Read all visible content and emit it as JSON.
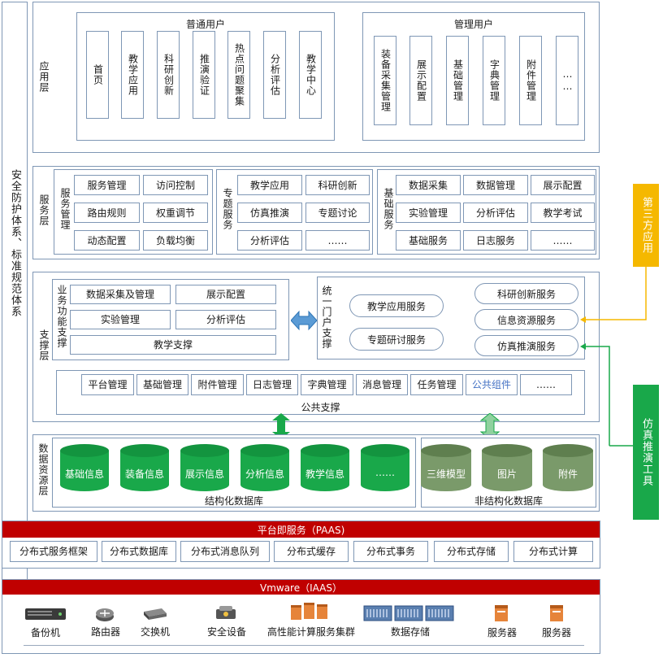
{
  "security_label": "安全防护体系、标准规范体系",
  "app_layer": {
    "label": "应用层",
    "user_group": {
      "title": "普通用户",
      "items": [
        "首页",
        "教学应用",
        "科研创新",
        "推演验证",
        "热点问题聚集",
        "分析评估",
        "教学中心"
      ]
    },
    "admin_group": {
      "title": "管理用户",
      "items": [
        "装备采集管理",
        "展示配置",
        "基础管理",
        "字典管理",
        "附件管理",
        "……"
      ]
    }
  },
  "service_layer": {
    "label": "服务层",
    "service_mgmt": {
      "title": "服务管理",
      "items": [
        "服务管理",
        "访问控制",
        "路由规则",
        "权重调节",
        "动态配置",
        "负载均衡"
      ]
    },
    "topic_service": {
      "title": "专题服务",
      "items": [
        "教学应用",
        "科研创新",
        "仿真推演",
        "专题讨论",
        "分析评估",
        "……"
      ]
    },
    "base_service": {
      "title": "基础服务",
      "items": [
        "数据采集",
        "数据管理",
        "展示配置",
        "实验管理",
        "分析评估",
        "教学考试",
        "基础服务",
        "日志服务",
        "……"
      ]
    }
  },
  "support_layer": {
    "label": "支撑层",
    "business": {
      "title": "业务功能支撑",
      "items": [
        "数据采集及管理",
        "展示配置",
        "实验管理",
        "分析评估",
        "教学支撑"
      ]
    },
    "portal": {
      "title": "统一门户支撑",
      "left_items": [
        "教学应用服务",
        "专题研讨服务"
      ],
      "right_items": [
        "科研创新服务",
        "信息资源服务",
        "仿真推演服务"
      ]
    },
    "public": {
      "title": "公共支撑",
      "items": [
        "平台管理",
        "基础管理",
        "附件管理",
        "日志管理",
        "字典管理",
        "消息管理",
        "任务管理",
        "公共组件",
        "……"
      ]
    }
  },
  "data_layer": {
    "label": "数据资源层",
    "structured": {
      "title": "结构化数据库",
      "items": [
        "基础信息",
        "装备信息",
        "展示信息",
        "分析信息",
        "教学信息",
        "……"
      ]
    },
    "unstructured": {
      "title": "非结构化数据库",
      "items": [
        "三维模型",
        "图片",
        "附件"
      ]
    }
  },
  "third_party": "第三方应用",
  "sim_tool": "仿真推演工具",
  "paas": {
    "title": "平台即服务（PAAS)",
    "items": [
      "分布式服务框架",
      "分布式数据库",
      "分布式消息队列",
      "分布式缓存",
      "分布式事务",
      "分布式存储",
      "分布式计算"
    ]
  },
  "iaas": {
    "title": "Vmware（IAAS）",
    "items": [
      "备份机",
      "路由器",
      "交换机",
      "安全设备",
      "高性能计算服务集群",
      "数据存储",
      "服务器",
      "服务器"
    ]
  },
  "colors": {
    "green": "#19a84a",
    "orange": "#f5b800",
    "red": "#c00000",
    "border": "#7f97b5",
    "arrow_blue": "#5b9bd5"
  }
}
